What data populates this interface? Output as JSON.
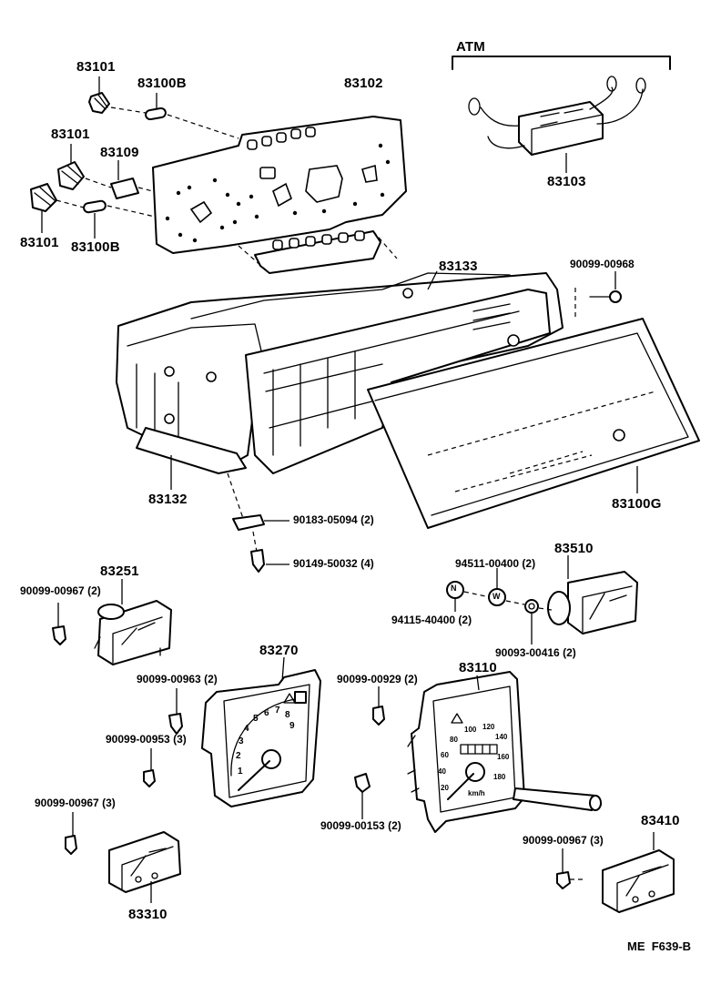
{
  "diagram": {
    "parts": {
      "p83101a": "83101",
      "p83100b_top": "83100B",
      "p83102": "83102",
      "p83101b": "83101",
      "p83109": "83109",
      "p83101c": "83101",
      "p83100b_bottom": "83100B",
      "atm": "ATM",
      "p83103": "83103",
      "p83133": "83133",
      "p90099_00968": "90099-00968",
      "p83132": "83132",
      "p83100g": "83100G",
      "p90183_05094": "90183-05094 (2)",
      "p90149_50032": "90149-50032 (4)",
      "p83251": "83251",
      "p90099_00967_2": "90099-00967 (2)",
      "p83510": "83510",
      "p94511_00400": "94511-00400 (2)",
      "p94115_40400": "94115-40400 (2)",
      "p90093_00416": "90093-00416 (2)",
      "p83270": "83270",
      "p90099_00963": "90099-00963 (2)",
      "p90099_00953": "90099-00953 (3)",
      "p90099_00929": "90099-00929 (2)",
      "p83110": "83110",
      "p90099_00153": "90099-00153 (2)",
      "p90099_00967_3a": "90099-00967 (3)",
      "p83310": "83310",
      "p90099_00967_3b": "90099-00967 (3)",
      "p83410": "83410"
    },
    "washer_letters": {
      "n": "N",
      "w": "W"
    },
    "tach_numbers": [
      "1",
      "2",
      "3",
      "4",
      "5",
      "6",
      "7",
      "8",
      "9"
    ],
    "speedo_numbers": [
      "20",
      "40",
      "60",
      "80",
      "100",
      "120",
      "140",
      "160",
      "180"
    ],
    "speedo_unit": "km/h",
    "footer_code": "ME  F639-B"
  }
}
